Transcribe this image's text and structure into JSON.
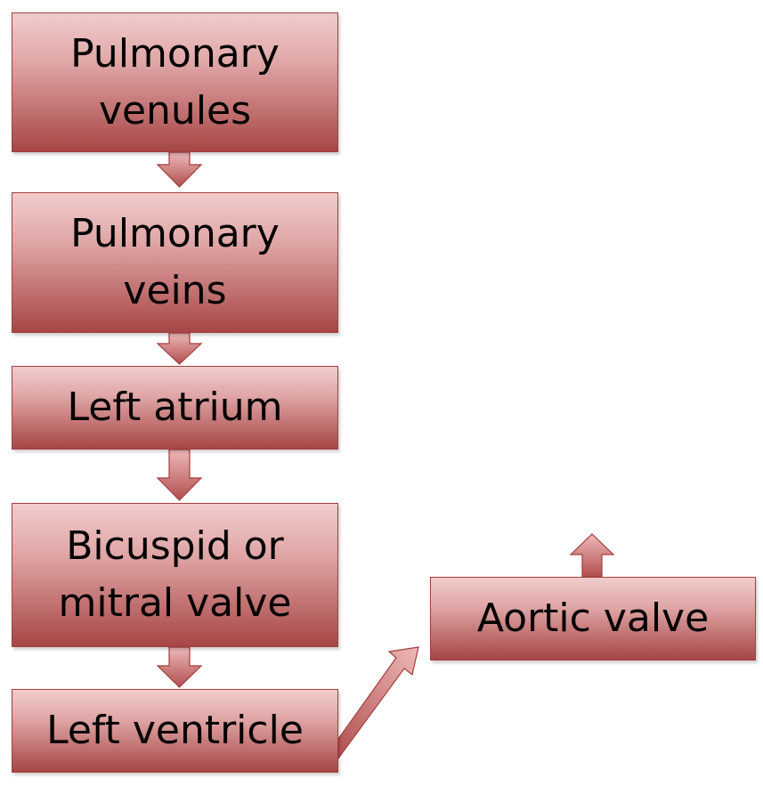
{
  "diagram": {
    "nodes": [
      {
        "id": "pulmonary-venules",
        "label": "Pulmonary\nvenules"
      },
      {
        "id": "pulmonary-veins",
        "label": "Pulmonary\nveins"
      },
      {
        "id": "left-atrium",
        "label": "Left atrium"
      },
      {
        "id": "bicuspid-mitral-valve",
        "label": "Bicuspid or\nmitral valve"
      },
      {
        "id": "left-ventricle",
        "label": "Left ventricle"
      },
      {
        "id": "aortic-valve",
        "label": "Aortic valve"
      }
    ],
    "edges": [
      {
        "from": "pulmonary-venules",
        "to": "pulmonary-veins",
        "direction": "down"
      },
      {
        "from": "pulmonary-veins",
        "to": "left-atrium",
        "direction": "down"
      },
      {
        "from": "left-atrium",
        "to": "bicuspid-mitral-valve",
        "direction": "down"
      },
      {
        "from": "bicuspid-mitral-valve",
        "to": "left-ventricle",
        "direction": "down"
      },
      {
        "from": "left-ventricle",
        "to": "aortic-valve",
        "direction": "up-right"
      },
      {
        "from": "aortic-valve",
        "to": "",
        "direction": "up"
      }
    ],
    "colors": {
      "box_light": "#f1cccc",
      "box_dark": "#a64646",
      "border": "#a33d3d",
      "arrow_light": "#eeb9b9",
      "arrow_dark": "#b14f4f"
    }
  }
}
